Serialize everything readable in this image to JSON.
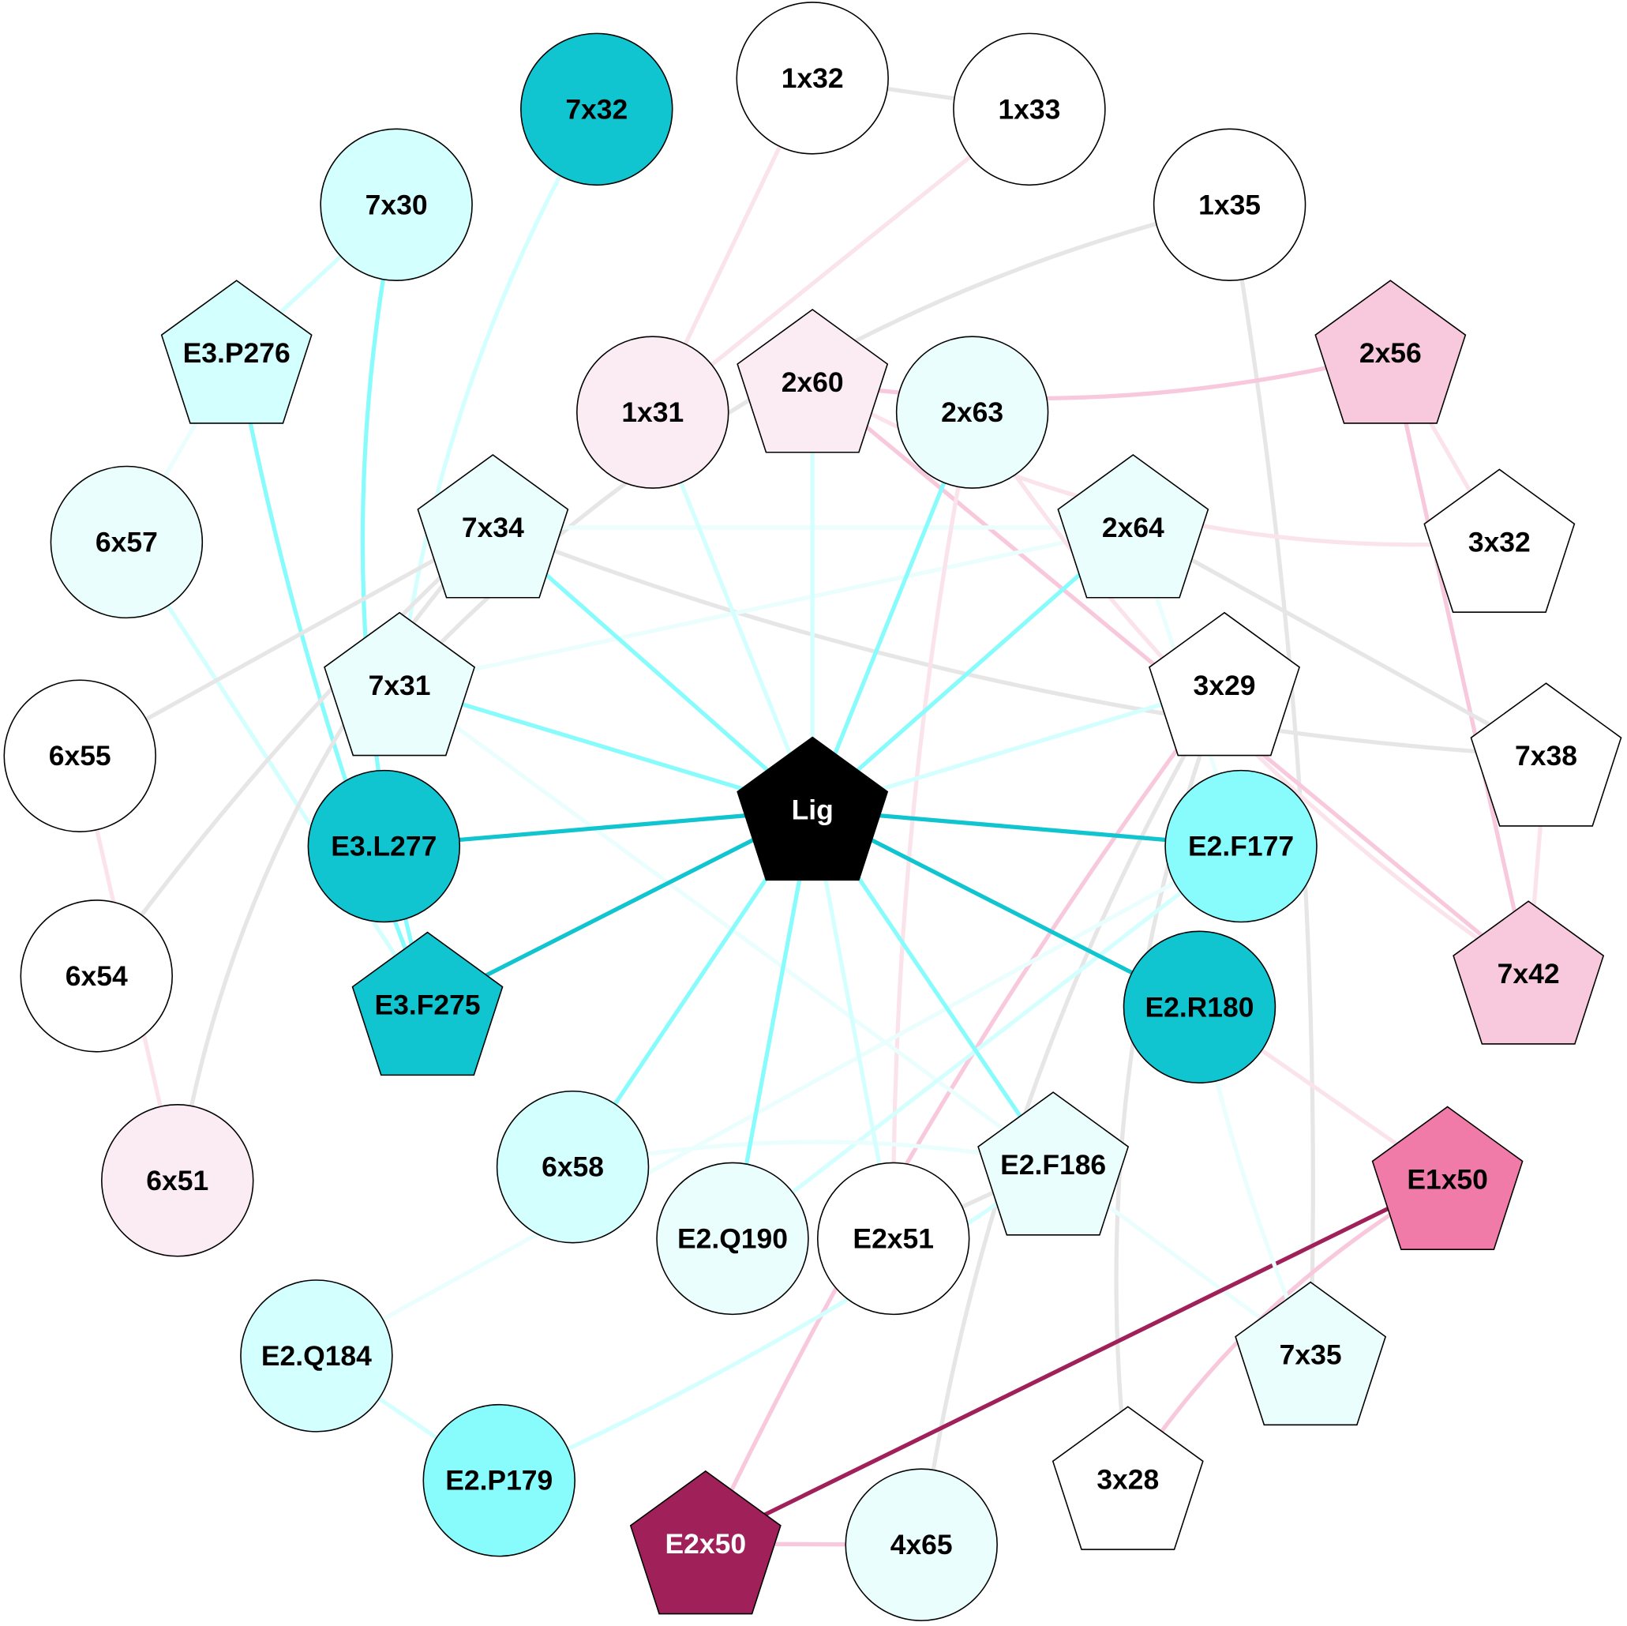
{
  "nodes": [
    {
      "id": "7x32",
      "shape": "circle",
      "fill": "#10c5d0"
    },
    {
      "id": "1x32",
      "shape": "circle",
      "fill": "#ffffff"
    },
    {
      "id": "1x33",
      "shape": "circle",
      "fill": "#ffffff"
    },
    {
      "id": "7x30",
      "shape": "circle",
      "fill": "#d4ffff"
    },
    {
      "id": "1x35",
      "shape": "circle",
      "fill": "#ffffff"
    },
    {
      "id": "E3.P276",
      "shape": "pentagon",
      "fill": "#d4ffff"
    },
    {
      "id": "2x56",
      "shape": "pentagon",
      "fill": "#f8c8dc"
    },
    {
      "id": "1x31",
      "shape": "circle",
      "fill": "#fbebf3"
    },
    {
      "id": "2x60",
      "shape": "pentagon",
      "fill": "#fbebf3"
    },
    {
      "id": "2x63",
      "shape": "circle",
      "fill": "#eafefe"
    },
    {
      "id": "6x57",
      "shape": "circle",
      "fill": "#eafefe"
    },
    {
      "id": "7x34",
      "shape": "pentagon",
      "fill": "#eafefe"
    },
    {
      "id": "2x64",
      "shape": "pentagon",
      "fill": "#eafefe"
    },
    {
      "id": "3x32",
      "shape": "pentagon",
      "fill": "#ffffff"
    },
    {
      "id": "7x31",
      "shape": "pentagon",
      "fill": "#eafefe"
    },
    {
      "id": "3x29",
      "shape": "pentagon",
      "fill": "#ffffff"
    },
    {
      "id": "6x55",
      "shape": "circle",
      "fill": "#ffffff"
    },
    {
      "id": "7x38",
      "shape": "pentagon",
      "fill": "#ffffff"
    },
    {
      "id": "Lig",
      "shape": "pentagon",
      "fill": "#000000",
      "text": "#ffffff"
    },
    {
      "id": "E3.L277",
      "shape": "circle",
      "fill": "#10c5d0"
    },
    {
      "id": "E2.F177",
      "shape": "circle",
      "fill": "#88fcfc"
    },
    {
      "id": "6x54",
      "shape": "circle",
      "fill": "#ffffff"
    },
    {
      "id": "7x42",
      "shape": "pentagon",
      "fill": "#f8c8dc"
    },
    {
      "id": "E3.F275",
      "shape": "pentagon",
      "fill": "#10c5d0"
    },
    {
      "id": "E2.R180",
      "shape": "circle",
      "fill": "#10c5d0"
    },
    {
      "id": "6x51",
      "shape": "circle",
      "fill": "#fbebf3"
    },
    {
      "id": "6x58",
      "shape": "circle",
      "fill": "#d4ffff"
    },
    {
      "id": "E2.F186",
      "shape": "pentagon",
      "fill": "#eafefe"
    },
    {
      "id": "E1x50",
      "shape": "pentagon",
      "fill": "#f07aa8"
    },
    {
      "id": "E2.Q190",
      "shape": "circle",
      "fill": "#eafefe"
    },
    {
      "id": "E2x51",
      "shape": "circle",
      "fill": "#ffffff"
    },
    {
      "id": "E2.Q184",
      "shape": "circle",
      "fill": "#d4ffff"
    },
    {
      "id": "7x35",
      "shape": "pentagon",
      "fill": "#eafefe"
    },
    {
      "id": "E2.P179",
      "shape": "circle",
      "fill": "#88fcfc"
    },
    {
      "id": "3x28",
      "shape": "pentagon",
      "fill": "#ffffff"
    },
    {
      "id": "E2x50",
      "shape": "pentagon",
      "fill": "#a0205a",
      "text": "#ffffff"
    },
    {
      "id": "4x65",
      "shape": "circle",
      "fill": "#eafefe"
    }
  ],
  "edges": [
    [
      "1x32",
      "1x33",
      "#e6e6e6",
      0
    ],
    [
      "1x32",
      "1x31",
      "#fbe3ec",
      0
    ],
    [
      "1x33",
      "1x31",
      "#fbe3ec",
      0
    ],
    [
      "7x30",
      "E3.P276",
      "#d4ffff",
      0
    ],
    [
      "7x30",
      "E3.F275",
      "#88fcfc",
      0.12
    ],
    [
      "7x32",
      "7x31",
      "#d4ffff",
      0.1
    ],
    [
      "E3.P276",
      "6x57",
      "#eafefe",
      0
    ],
    [
      "E3.P276",
      "E3.F275",
      "#88fcfc",
      0.05
    ],
    [
      "6x57",
      "E3.F275",
      "#d4ffff",
      0
    ],
    [
      "1x35",
      "7x31",
      "#e6e6e6",
      0.15
    ],
    [
      "1x35",
      "7x35",
      "#e6e6e6",
      -0.05
    ],
    [
      "2x60",
      "2x56",
      "#f8c8dc",
      0.1
    ],
    [
      "2x60",
      "7x42",
      "#f8c8dc",
      0
    ],
    [
      "2x60",
      "3x32",
      "#fbe3ec",
      0.15
    ],
    [
      "2x56",
      "3x32",
      "#fbe3ec",
      0
    ],
    [
      "2x56",
      "7x42",
      "#f8c8dc",
      0
    ],
    [
      "7x38",
      "7x42",
      "#fbe3ec",
      0
    ],
    [
      "7x34",
      "2x64",
      "#eafefe",
      0
    ],
    [
      "7x34",
      "7x38",
      "#e6e6e6",
      0.08
    ],
    [
      "7x34",
      "6x55",
      "#e6e6e6",
      0
    ],
    [
      "7x34",
      "6x54",
      "#e6e6e6",
      0.05
    ],
    [
      "7x34",
      "6x51",
      "#e6e6e6",
      0.15
    ],
    [
      "2x64",
      "7x38",
      "#e6e6e6",
      0
    ],
    [
      "2x64",
      "7x31",
      "#eafefe",
      0
    ],
    [
      "2x64",
      "E2.F177",
      "#eafefe",
      0
    ],
    [
      "2x63",
      "E2x51",
      "#fbe3ec",
      0.05
    ],
    [
      "2x63",
      "7x42",
      "#fbe3ec",
      0.1
    ],
    [
      "3x29",
      "E2x50",
      "#f8c8dc",
      0.05
    ],
    [
      "3x29",
      "4x65",
      "#e6e6e6",
      0.1
    ],
    [
      "3x29",
      "3x28",
      "#e6e6e6",
      0.12
    ],
    [
      "6x55",
      "6x51",
      "#fbe3ec",
      0
    ],
    [
      "7x31",
      "7x35",
      "#eafefe",
      0
    ],
    [
      "E2.F177",
      "E2.Q190",
      "#d4ffff",
      0
    ],
    [
      "E2.F177",
      "E2.Q184",
      "#eafefe",
      0
    ],
    [
      "E2.Q184",
      "E2.P179",
      "#d4ffff",
      0
    ],
    [
      "E2.P179",
      "E2.F186",
      "#d4ffff",
      0.05
    ],
    [
      "E2.F186",
      "E2x51",
      "#e6e6e6",
      0
    ],
    [
      "E2.F186",
      "6x58",
      "#eafefe",
      0.1
    ],
    [
      "E2.R180",
      "E1x50",
      "#fbe3ec",
      0
    ],
    [
      "E2x50",
      "E1x50",
      "#a0205a",
      0
    ],
    [
      "E2x50",
      "4x65",
      "#f8c8dc",
      0
    ],
    [
      "E1x50",
      "3x28",
      "#f8c8dc",
      0.12
    ],
    [
      "E2.R180",
      "7x35",
      "#eafefe",
      0.05
    ],
    [
      "Lig",
      "7x34",
      "#88fcfc",
      0
    ],
    [
      "Lig",
      "7x31",
      "#88fcfc",
      0
    ],
    [
      "Lig",
      "E3.L277",
      "#10c5d0",
      0
    ],
    [
      "Lig",
      "E3.F275",
      "#10c5d0",
      0
    ],
    [
      "Lig",
      "6x58",
      "#88fcfc",
      0
    ],
    [
      "Lig",
      "E2.Q190",
      "#88fcfc",
      0
    ],
    [
      "Lig",
      "E2x51",
      "#d4ffff",
      0
    ],
    [
      "Lig",
      "E2.F186",
      "#88fcfc",
      0
    ],
    [
      "Lig",
      "E2.R180",
      "#10c5d0",
      0
    ],
    [
      "Lig",
      "E2.F177",
      "#10c5d0",
      0
    ],
    [
      "Lig",
      "3x29",
      "#d4ffff",
      0
    ],
    [
      "Lig",
      "2x64",
      "#88fcfc",
      0
    ],
    [
      "Lig",
      "2x63",
      "#88fcfc",
      0
    ],
    [
      "Lig",
      "2x60",
      "#d4ffff",
      0
    ],
    [
      "Lig",
      "1x31",
      "#d4ffff",
      0
    ]
  ]
}
